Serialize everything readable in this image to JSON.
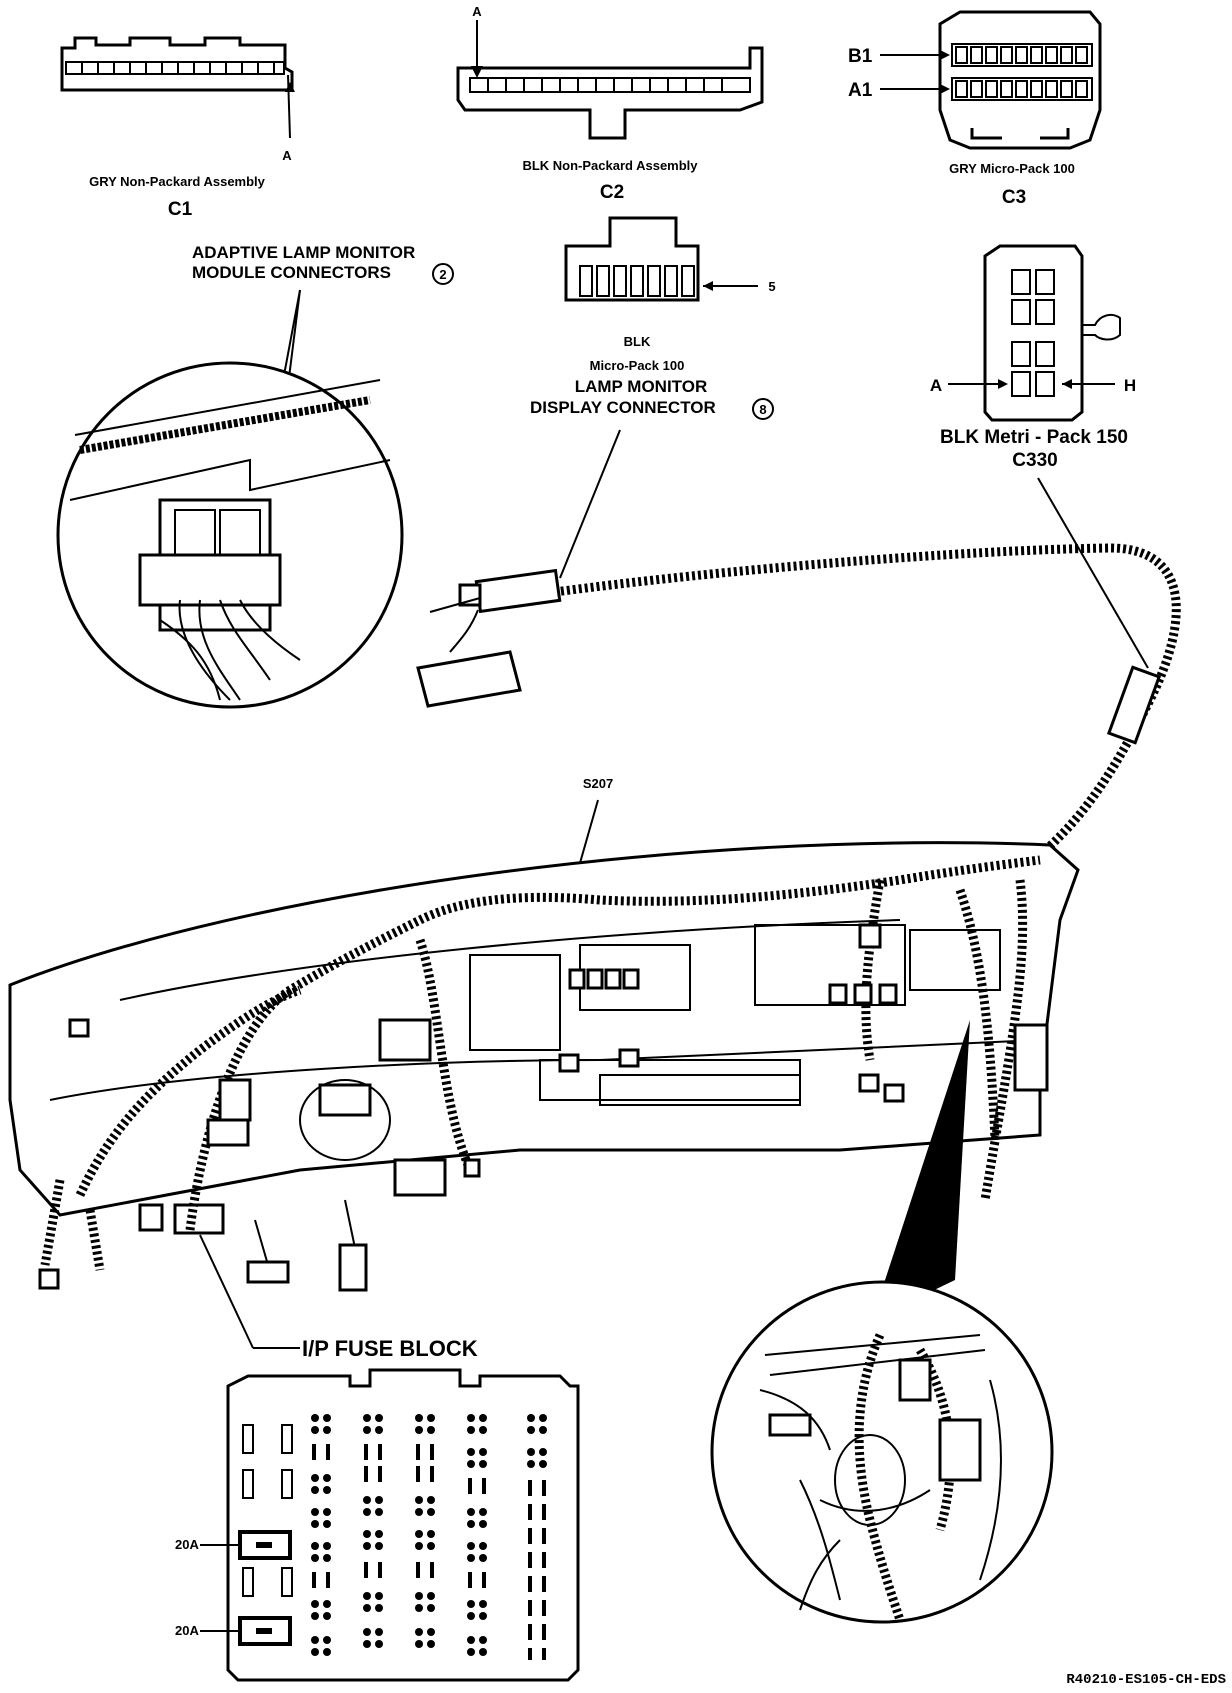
{
  "connectors": {
    "c1": {
      "pin_label": "A",
      "description": "GRY Non-Packard Assembly",
      "id": "C1"
    },
    "c2": {
      "pin_label": "A",
      "description": "BLK Non-Packard Assembly",
      "id": "C2"
    },
    "c3": {
      "row_b_label": "B1",
      "row_a_label": "A1",
      "description": "GRY Micro-Pack 100",
      "id": "C3"
    },
    "lamp_monitor_display": {
      "pin_label": "5",
      "color": "BLK",
      "type": "Micro-Pack 100",
      "title_line1": "LAMP MONITOR",
      "title_line2": "DISPLAY CONNECTOR",
      "callout": "8"
    },
    "c330": {
      "pin_a_label": "A",
      "pin_h_label": "H",
      "description": "BLK Metri - Pack 150",
      "id": "C330"
    }
  },
  "callouts": {
    "adaptive_line1": "ADAPTIVE LAMP MONITOR",
    "adaptive_line2": "MODULE CONNECTORS",
    "adaptive_callout": "2",
    "splice": "S207",
    "fuse_block": "I/P FUSE BLOCK"
  },
  "fuse_block": {
    "relay_label_1": "20A",
    "relay_label_2": "20A"
  },
  "footer": {
    "code": "R40210-ES105-CH-EDS"
  }
}
